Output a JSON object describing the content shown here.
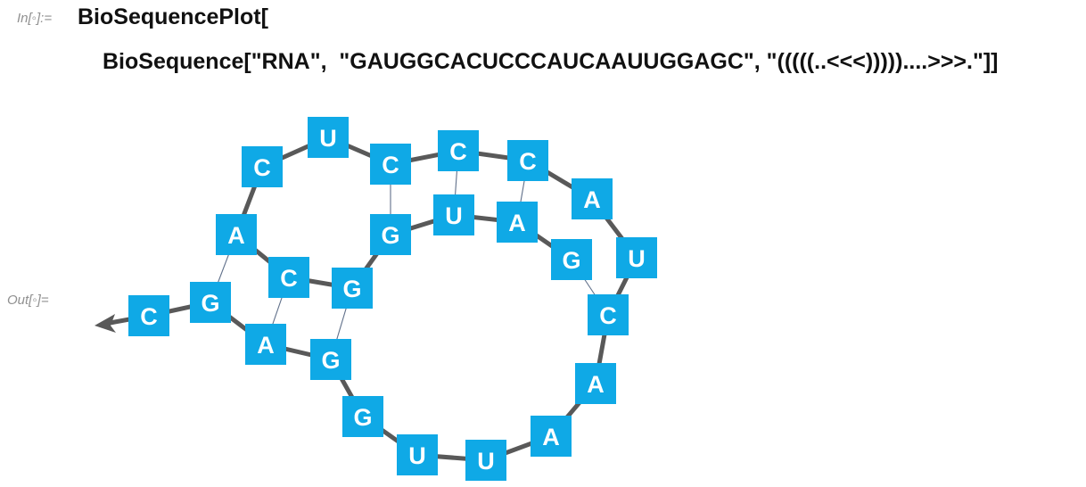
{
  "notebook": {
    "input_label": "In[◦]:=",
    "output_label": "Out[◦]=",
    "input_line_1": "BioSequencePlot[",
    "input_line_2": "BioSequence[\"RNA\",  \"GAUGGCACUCCCAUCAAUUGGAGC\", \"(((((..<<<)))))....>>>.\"]]"
  },
  "plot": {
    "sequence": "GAUGGCACUCCCAUCAAUUGGAGC",
    "structure": "(((((..<<<)))))....>>>.",
    "nucleotide_color": "#0fa9e6",
    "backbone_color": "#595959",
    "pair_line_color": "#60708a",
    "nucleotides": [
      "G",
      "A",
      "U",
      "G",
      "G",
      "C",
      "A",
      "C",
      "U",
      "C",
      "C",
      "C",
      "A",
      "U",
      "C",
      "A",
      "A",
      "U",
      "U",
      "G",
      "G",
      "A",
      "G",
      "C"
    ]
  }
}
